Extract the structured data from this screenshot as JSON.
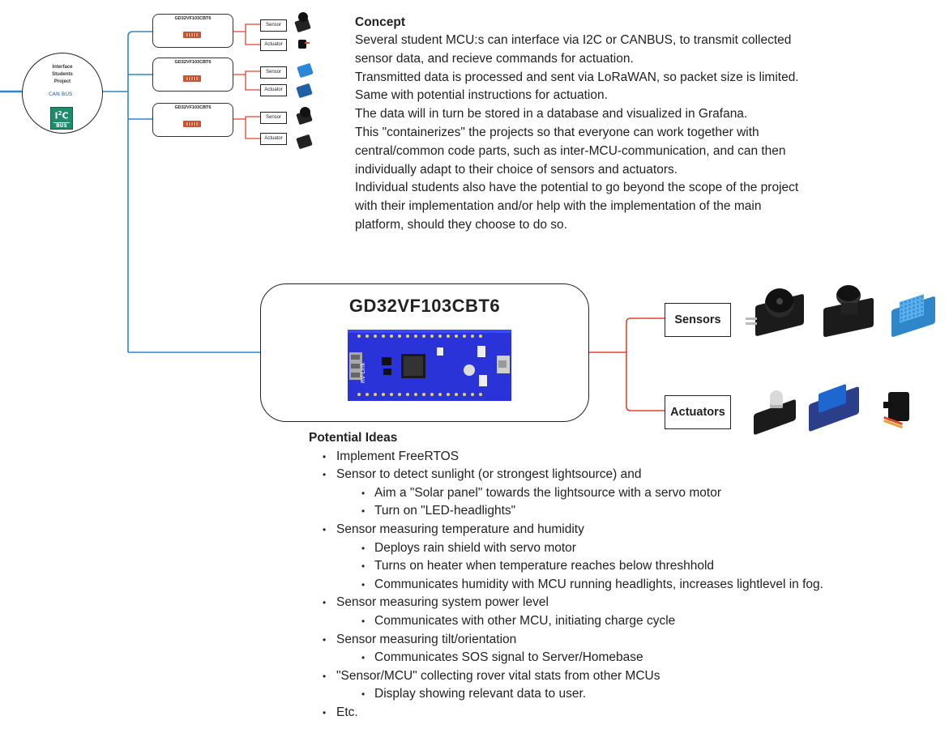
{
  "interface": {
    "title_lines": [
      "Interface",
      "Students",
      "Project"
    ],
    "canbus": "CAN BUS",
    "i2c": "I2C",
    "i2c_bus": "BUS"
  },
  "mini_mcus": [
    {
      "title": "GD32VF103CBT6",
      "sensor": "Sensor",
      "actuator": "Actuator"
    },
    {
      "title": "GD32VF103CBT6",
      "sensor": "Sensor",
      "actuator": "Actuator"
    },
    {
      "title": "GD32VF103CBT6",
      "sensor": "Sensor",
      "actuator": "Actuator"
    }
  ],
  "concept": {
    "heading": "Concept",
    "lines": [
      "Several student MCU:s can interface via I2C or CANBUS, to transmit collected",
      "sensor data, and recieve commands for actuation.",
      "Transmitted data is processed and sent via LoRaWAN, so packet size is limited.",
      "Same with potential instructions for actuation.",
      "The data will in turn be stored in a database and visualized in Grafana.",
      "This \"containerizes\" the projects so that everyone can work together with",
      "central/common code parts, such as inter-MCU-communication, and can then",
      "individually adapt to their choice of sensors and actuators.",
      "Individual students also have the potential to go beyond the scope of the project",
      "with their implementation and/or help with the implementation of the main",
      "platform, should they choose to do so."
    ]
  },
  "main_mcu": {
    "title": "GD32VF103CBT6",
    "board_text": "RV-Link"
  },
  "sensors_label": "Sensors",
  "actuators_label": "Actuators",
  "ideas": {
    "heading": "Potential Ideas",
    "items": [
      {
        "level": 1,
        "text": "Implement FreeRTOS"
      },
      {
        "level": 1,
        "text": "Sensor to detect sunlight (or strongest lightsource) and"
      },
      {
        "level": 2,
        "text": "Aim a \"Solar panel\" towards the lightsource with a servo motor"
      },
      {
        "level": 2,
        "text": "Turn on \"LED-headlights\""
      },
      {
        "level": 1,
        "text": "Sensor measuring temperature and humidity"
      },
      {
        "level": 2,
        "text": "Deploys rain shield with servo motor"
      },
      {
        "level": 2,
        "text": "Turns on heater when temperature reaches below threshhold"
      },
      {
        "level": 2,
        "text": "Communicates humidity with MCU running headlights, increases lightlevel in fog."
      },
      {
        "level": 1,
        "text": "Sensor measuring system power level"
      },
      {
        "level": 2,
        "text": "Communicates with other MCU, initiating charge cycle"
      },
      {
        "level": 1,
        "text": "Sensor measuring tilt/orientation"
      },
      {
        "level": 2,
        "text": "Communicates SOS signal to Server/Homebase"
      },
      {
        "level": 1,
        "text": "\"Sensor/MCU\" collecting rover vital stats from other MCUs"
      },
      {
        "level": 2,
        "text": "Display showing relevant data to user."
      },
      {
        "level": 1,
        "text": "Etc."
      }
    ]
  },
  "colors": {
    "bus_line": "#2f86c9",
    "actuation_line": "#e0452c",
    "board_blue": "#2a33d8",
    "i2c_green": "#1e8b6a"
  }
}
